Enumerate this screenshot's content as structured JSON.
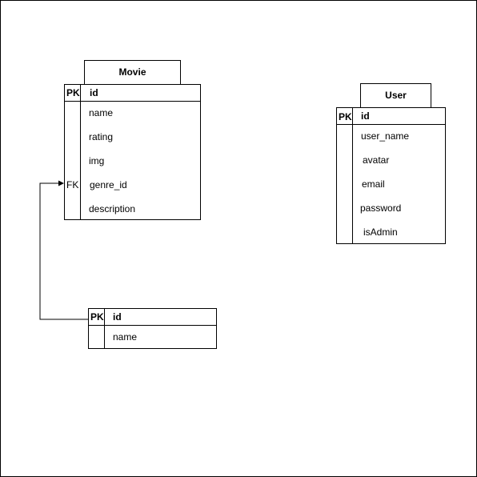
{
  "entities": {
    "movie": {
      "title": "Movie",
      "pk_label": "PK",
      "pk_field": "id",
      "fields": [
        {
          "key": "",
          "name": "name"
        },
        {
          "key": "",
          "name": "rating"
        },
        {
          "key": "",
          "name": "img"
        },
        {
          "key": "FK",
          "name": "genre_id"
        },
        {
          "key": "",
          "name": "description"
        }
      ]
    },
    "user": {
      "title": "User",
      "pk_label": "PK",
      "pk_field": "id",
      "fields": [
        {
          "key": "",
          "name": "user_name"
        },
        {
          "key": "",
          "name": "avatar"
        },
        {
          "key": "",
          "name": "email"
        },
        {
          "key": "",
          "name": "password"
        },
        {
          "key": "",
          "name": "isAdmin"
        }
      ]
    },
    "genre": {
      "pk_label": "PK",
      "pk_field": "id",
      "fields": [
        {
          "key": "",
          "name": "name"
        }
      ]
    }
  },
  "colors": {
    "line": "#000000",
    "background": "#ffffff"
  }
}
